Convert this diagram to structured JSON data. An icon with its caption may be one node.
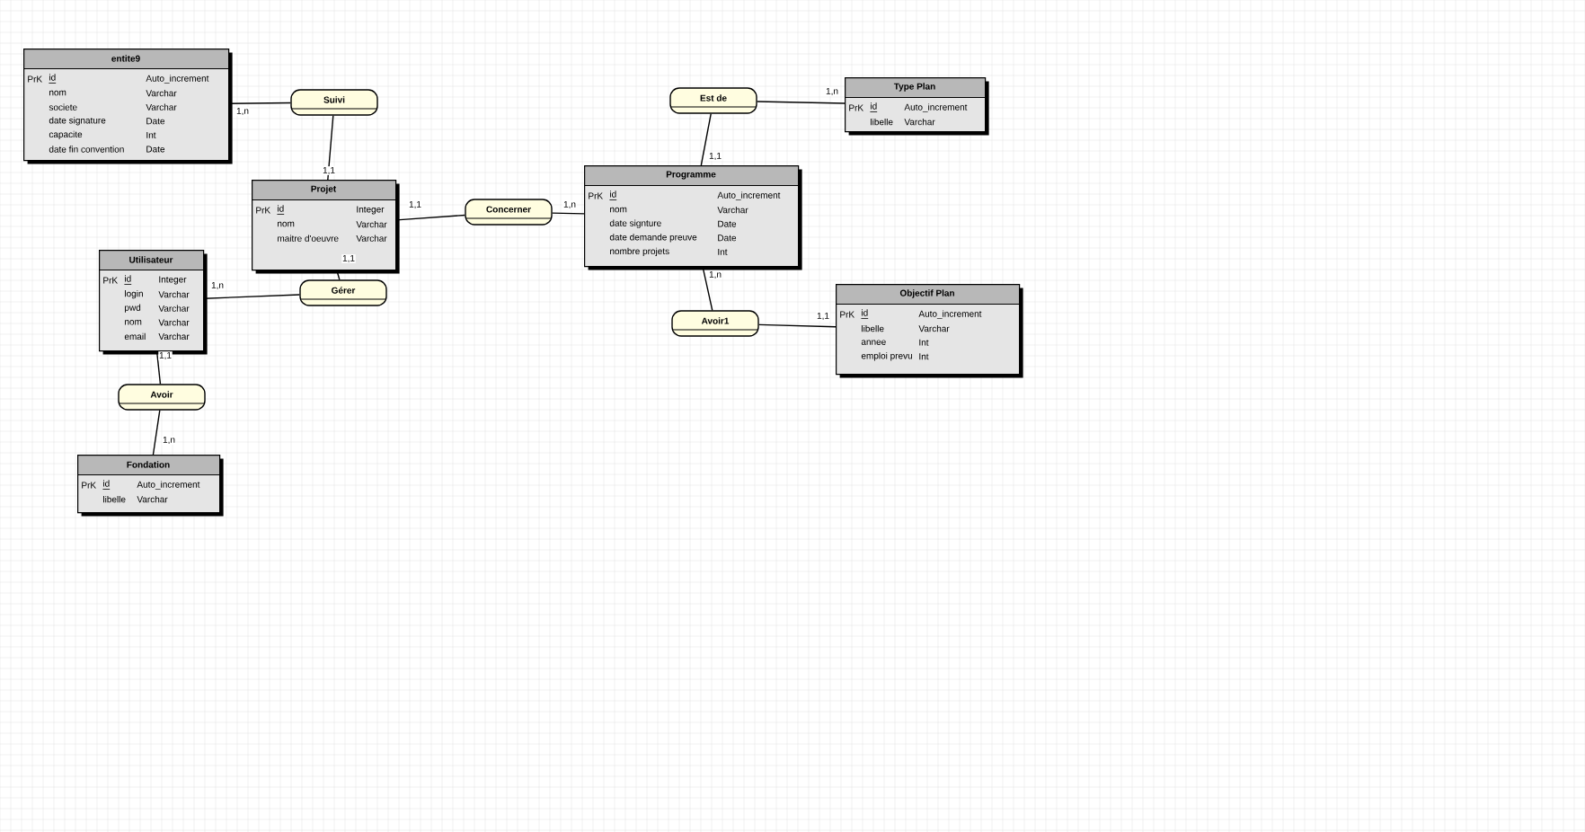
{
  "diagram": {
    "nodes": [
      {
        "text": [
          "entite9",
          "PrK",
          "id",
          "Auto_increment",
          "nom",
          "Varchar",
          "societe",
          "Varchar",
          "date signature",
          "Date",
          "capacite",
          "Int",
          "date fin convention",
          "Date"
        ]
      },
      {
        "text": [
          "Suivi"
        ]
      },
      {
        "text": [
          "Est de"
        ]
      },
      {
        "text": [
          "Type Plan",
          "PrK",
          "id",
          "Auto_increment",
          "libelle",
          "Varchar"
        ]
      },
      {
        "text": [
          "Projet",
          "PrK",
          "id",
          "Integer",
          "nom",
          "Varchar",
          "maitre d'oeuvre",
          "Varchar"
        ]
      },
      {
        "text": [
          "Concerner"
        ]
      },
      {
        "text": [
          "Programme",
          "PrK",
          "id",
          "Auto_increment",
          "nom",
          "Varchar",
          "date signture",
          "Date",
          "date demande preuve",
          "Date",
          "nombre projets",
          "Int"
        ]
      },
      {
        "text": [
          "Utilisateur",
          "PrK",
          "id",
          "Integer",
          "login",
          "Varchar",
          "pwd",
          "Varchar",
          "nom",
          "Varchar",
          "email",
          "Varchar"
        ]
      },
      {
        "text": [
          "Gérer"
        ]
      },
      {
        "text": [
          "Avoir1"
        ]
      },
      {
        "text": [
          "Objectif Plan",
          "PrK",
          "id",
          "Auto_increment",
          "libelle",
          "Varchar",
          "annee",
          "Int",
          "emploi prevu",
          "Int"
        ]
      },
      {
        "text": [
          "Avoir"
        ]
      },
      {
        "text": [
          "Fondation",
          "PrK",
          "id",
          "Auto_increment",
          "libelle",
          "Varchar"
        ]
      }
    ],
    "edges": [
      {
        "from": 0,
        "to": 1,
        "arrow": "none",
        "label": "1,n"
      },
      {
        "from": 1,
        "to": 4,
        "arrow": "none",
        "label": "1,1"
      },
      {
        "from": 4,
        "to": 5,
        "arrow": "none",
        "label": "1,1"
      },
      {
        "from": 5,
        "to": 6,
        "arrow": "none",
        "label": "1,n"
      },
      {
        "from": 2,
        "to": 6,
        "arrow": "none",
        "label": "1,1"
      },
      {
        "from": 2,
        "to": 3,
        "arrow": "none",
        "label": "1,n"
      },
      {
        "from": 6,
        "to": 9,
        "arrow": "none",
        "label": "1,n"
      },
      {
        "from": 9,
        "to": 10,
        "arrow": "none",
        "label": "1,1"
      },
      {
        "from": 4,
        "to": 8,
        "arrow": "none",
        "label": "1,1"
      },
      {
        "from": 8,
        "to": 7,
        "arrow": "none",
        "label": "1,n"
      },
      {
        "from": 7,
        "to": 11,
        "arrow": "none",
        "label": "1,1"
      },
      {
        "from": 11,
        "to": 12,
        "arrow": "none",
        "label": "1,n"
      }
    ]
  }
}
